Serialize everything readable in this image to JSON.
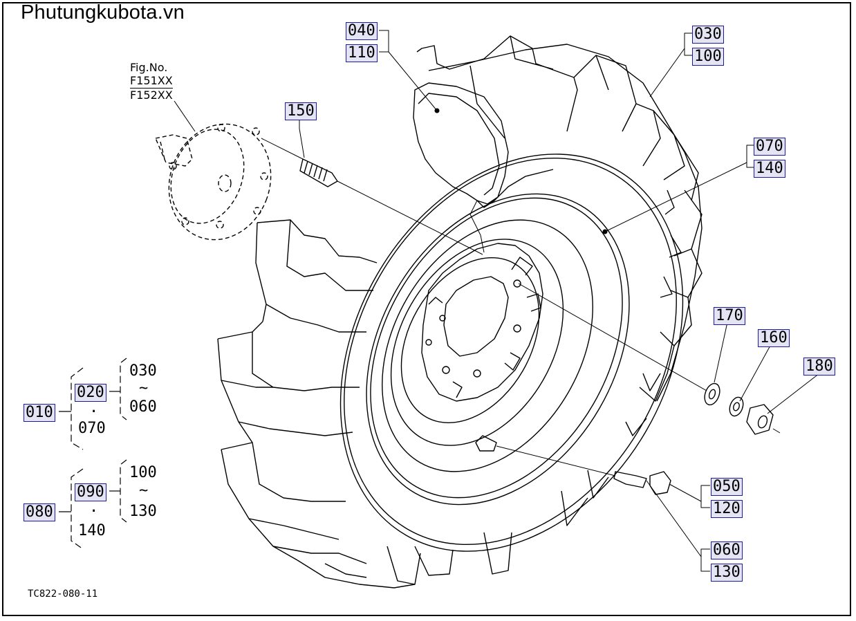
{
  "watermark": "Phutungkubota.vn",
  "figure_ref": {
    "title": "Fig.No.",
    "line1": "F151XX",
    "line2": "F152XX"
  },
  "drawing_code": "TC822-080-11",
  "part_labels": {
    "p010": "010",
    "p020": "020",
    "p030": "030",
    "p040": "040",
    "p050": "050",
    "p060": "060",
    "p070": "070",
    "p080": "080",
    "p090": "090",
    "p100": "100",
    "p110": "110",
    "p120": "120",
    "p130": "130",
    "p140": "140",
    "p150": "150",
    "p160": "160",
    "p170": "170",
    "p180": "180"
  },
  "legend": {
    "group1": {
      "root": "010",
      "boxed": "020",
      "dot": "·",
      "sub": "070",
      "range_start": "030",
      "tilde": "~",
      "range_end": "060"
    },
    "group2": {
      "root": "080",
      "boxed": "090",
      "dot": "·",
      "sub": "140",
      "range_start": "100",
      "tilde": "~",
      "range_end": "130"
    }
  }
}
